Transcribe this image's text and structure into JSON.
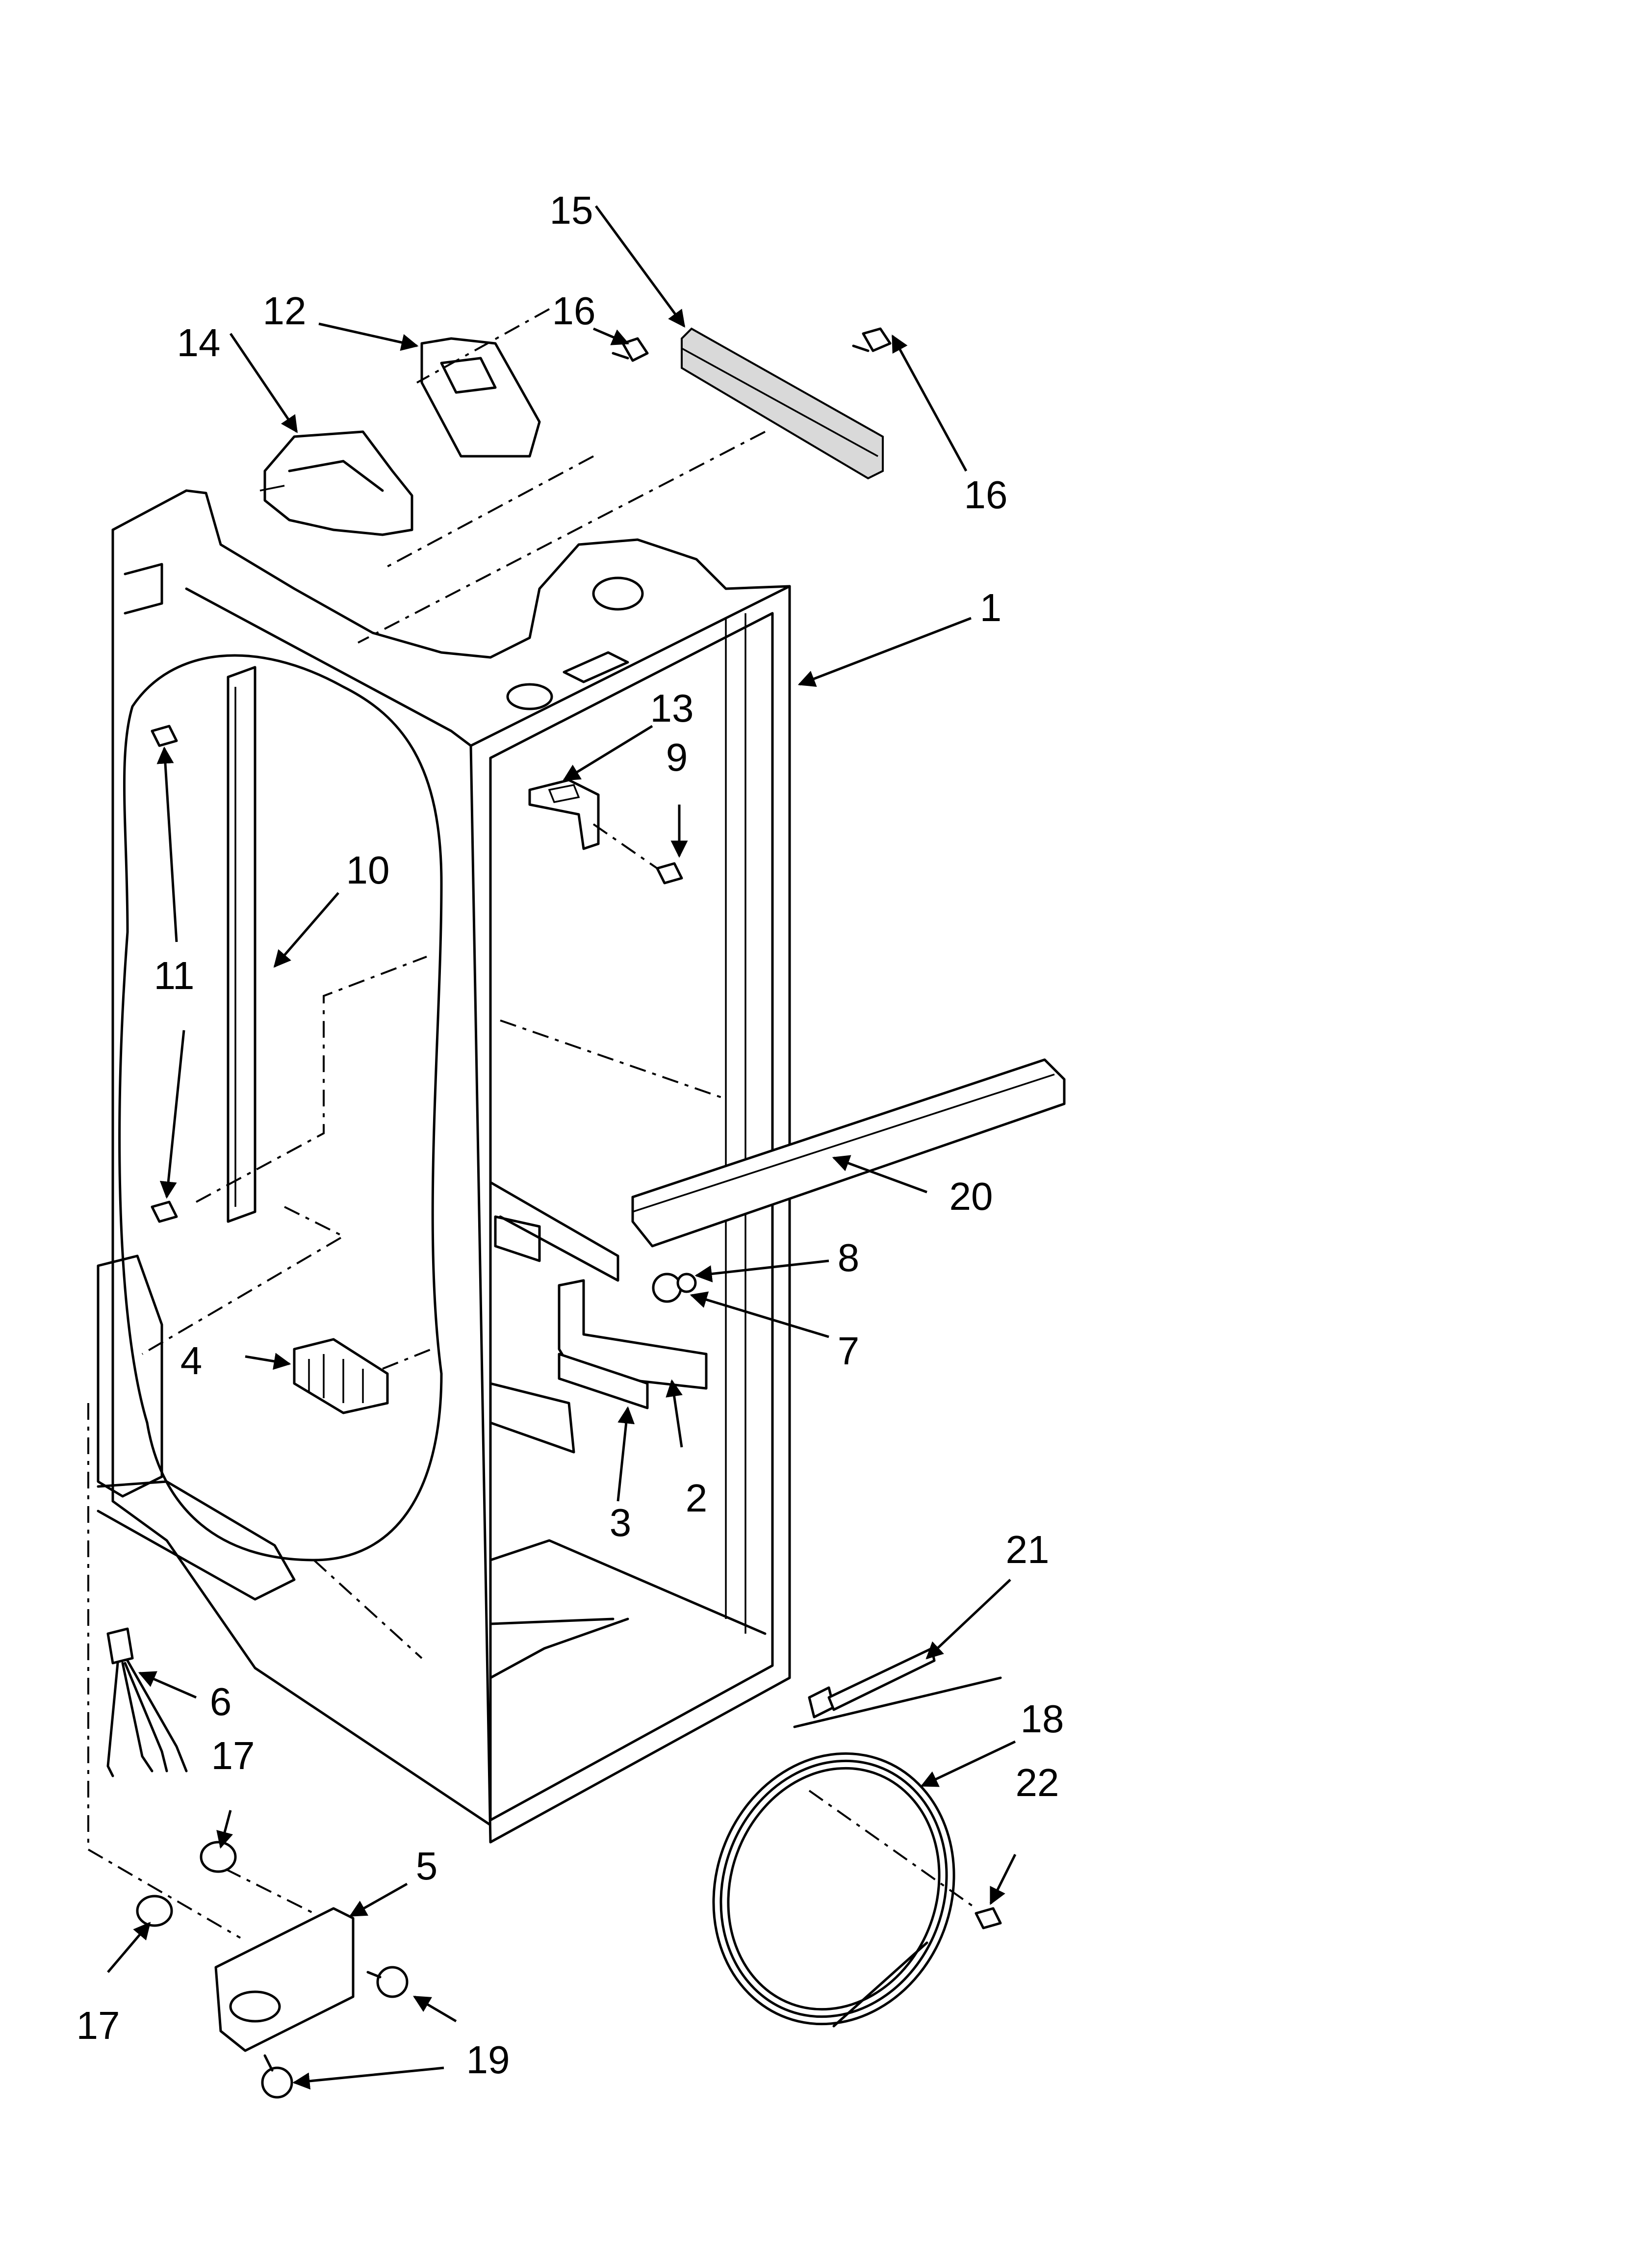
{
  "diagram": {
    "callouts": [
      "15",
      "12",
      "16",
      "14",
      "16",
      "1",
      "13",
      "9",
      "10",
      "11",
      "20",
      "8",
      "7",
      "4",
      "3",
      "2",
      "21",
      "6",
      "18",
      "17",
      "22",
      "5",
      "17",
      "19"
    ]
  }
}
